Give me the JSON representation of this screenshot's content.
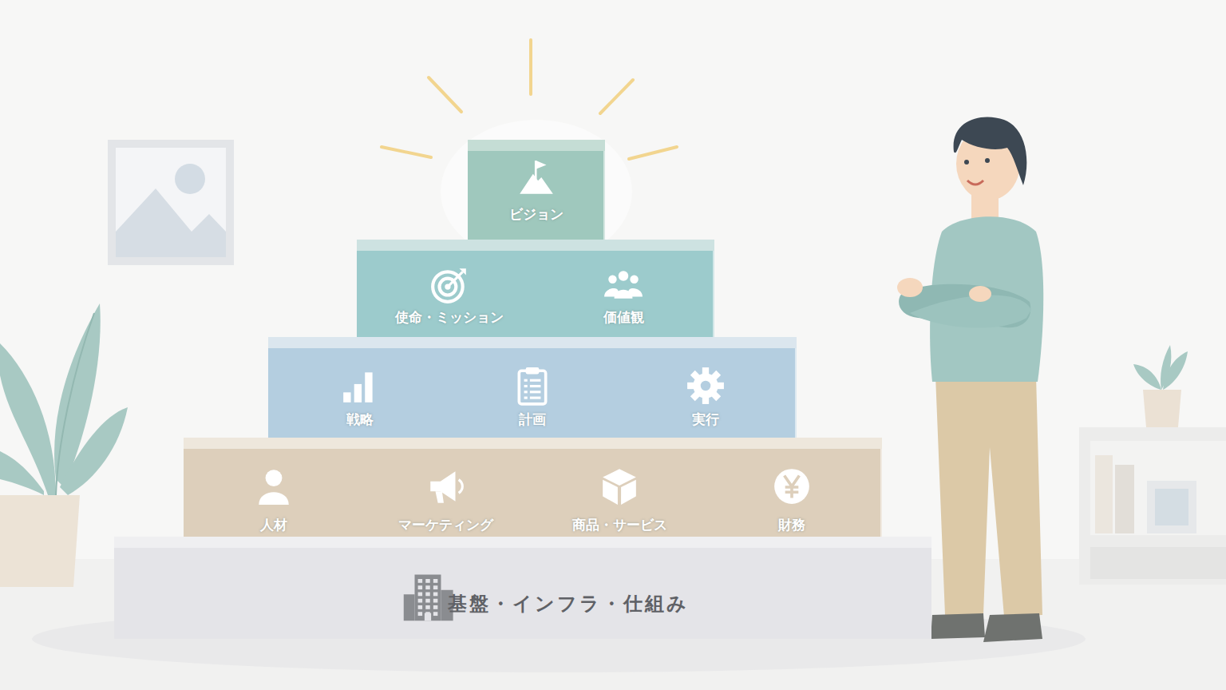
{
  "diagram": {
    "nodes": [
      {
        "text": [
          "ビジョン"
        ]
      },
      {
        "text": [
          "使命・ミッション"
        ]
      },
      {
        "text": [
          "価値観"
        ]
      },
      {
        "text": [
          "戦略"
        ]
      },
      {
        "text": [
          "計画"
        ]
      },
      {
        "text": [
          "実行"
        ]
      },
      {
        "text": [
          "人材"
        ]
      },
      {
        "text": [
          "マーケティング"
        ]
      },
      {
        "text": [
          "商品・サービス"
        ]
      },
      {
        "text": [
          "財務"
        ]
      },
      {
        "text": [
          "基盤・インフラ・仕組み"
        ]
      }
    ]
  }
}
